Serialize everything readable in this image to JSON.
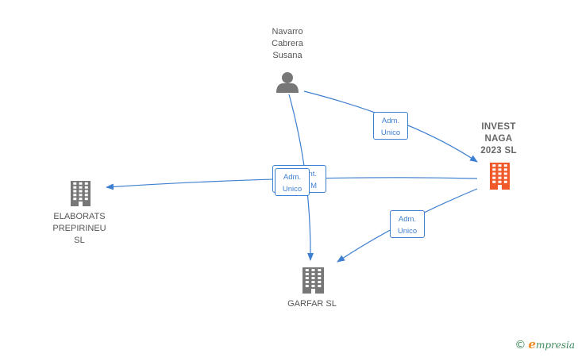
{
  "nodes": {
    "person": {
      "label": "Navarro\nCabrera\nSusana",
      "icon": "person-icon"
    },
    "invest": {
      "label": "INVEST\nNAGA\n2023  SL",
      "icon": "building-icon",
      "color": "#f0592a"
    },
    "elaborats": {
      "label": "ELABORATS\nPREPIRINEU\nSL",
      "icon": "building-icon",
      "color": "#777777"
    },
    "garfar": {
      "label": "GARFAR SL",
      "icon": "building-icon",
      "color": "#777777"
    }
  },
  "edges": {
    "person_invest": "Adm.\nUnico",
    "invest_elaborats_hidden": "nt.\nM",
    "person_garfar": "Adm.\nUnico",
    "invest_garfar": "Adm.\nUnico"
  },
  "colors": {
    "edge": "#3d7fd0",
    "icon_gray": "#777777",
    "icon_main": "#f0592a"
  },
  "brand": {
    "copyright": "©",
    "first_letter": "e",
    "rest": "mpresia"
  }
}
